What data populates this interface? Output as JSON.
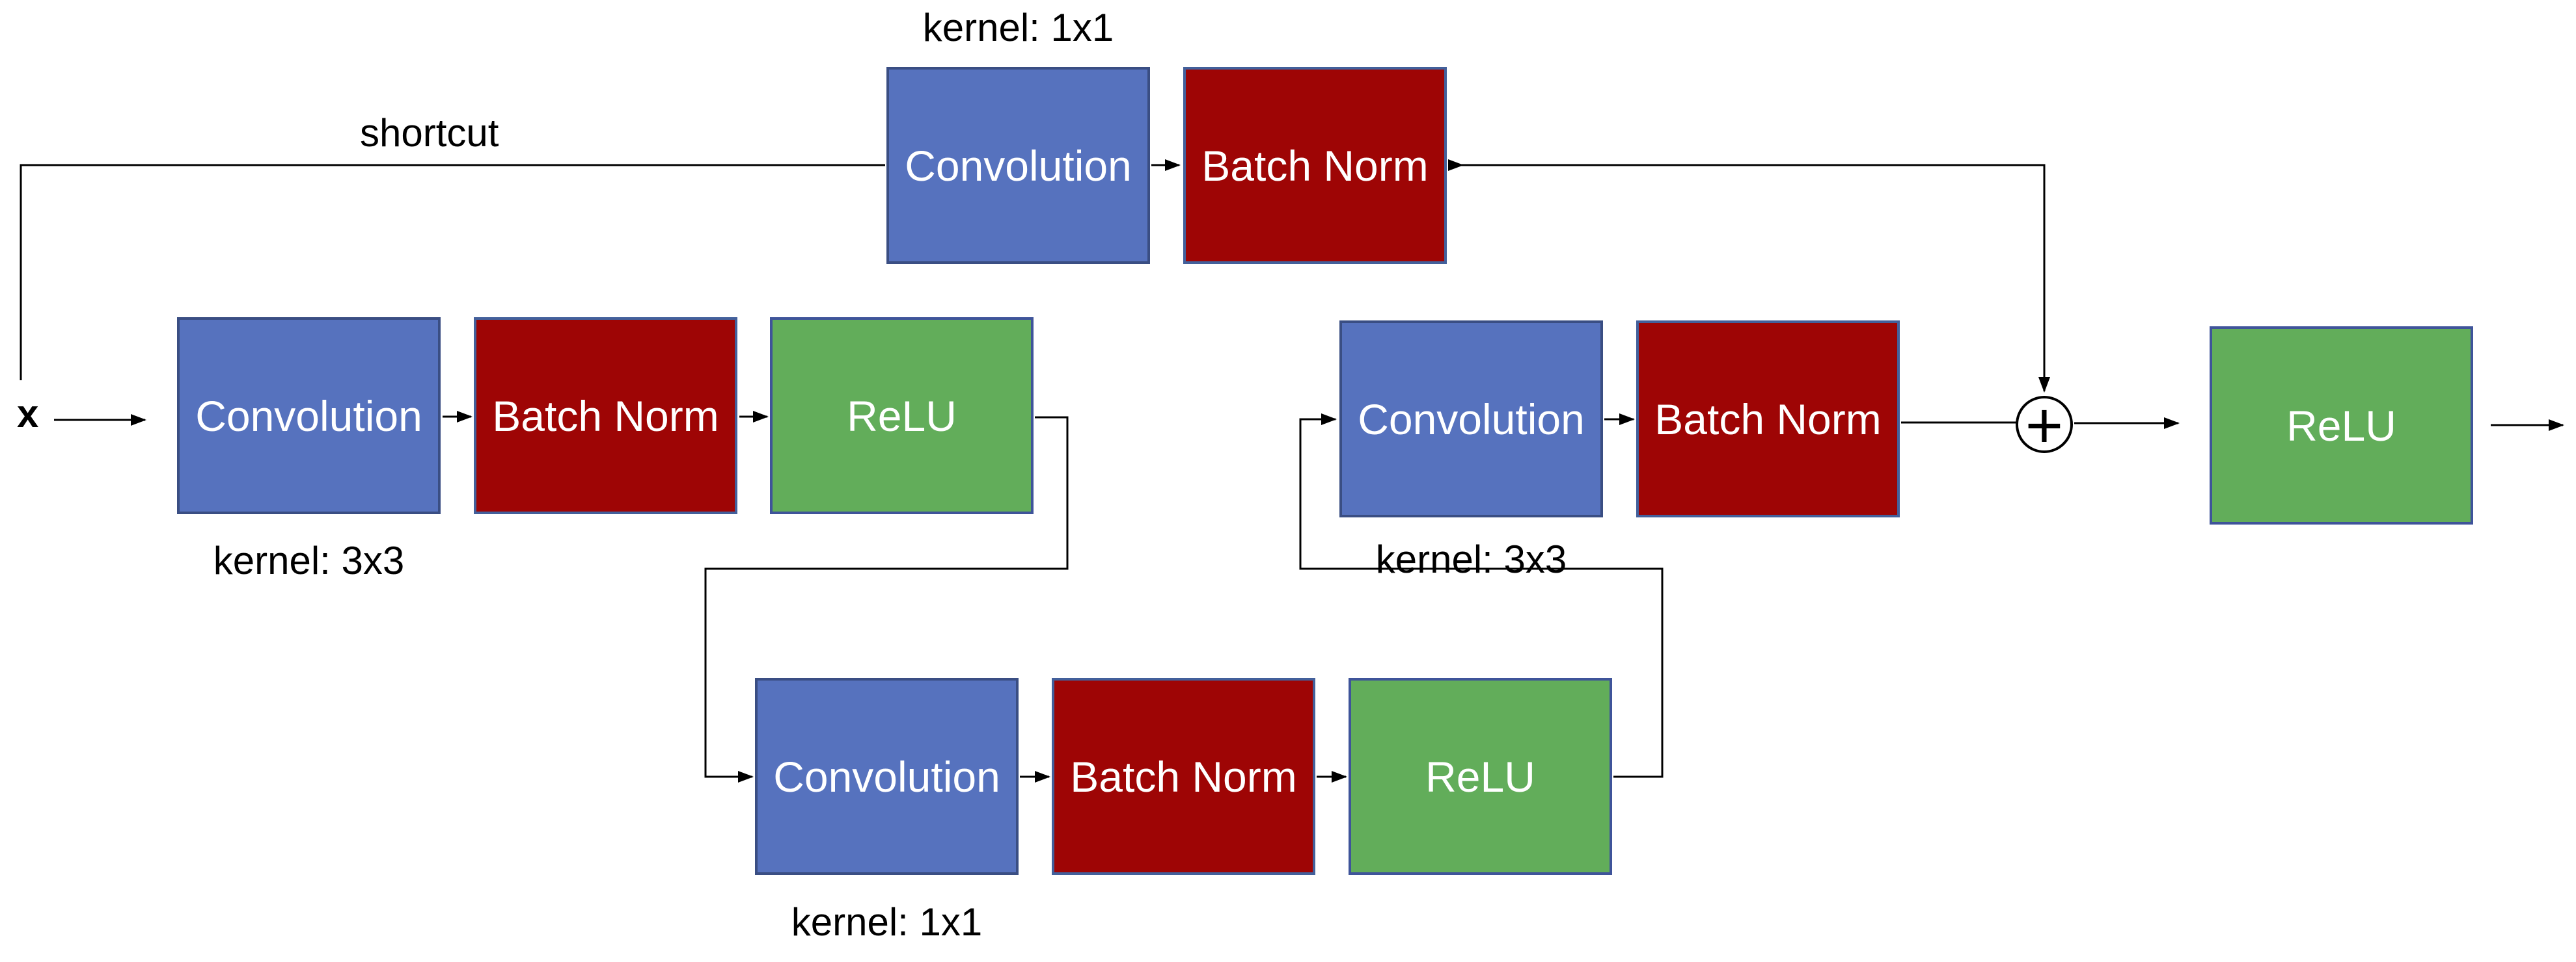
{
  "diagram": {
    "type": "residual-block-flow-diagram",
    "input_label": "x",
    "shortcut_label": "shortcut",
    "plus_symbol": "+",
    "colors": {
      "convolution_fill": "#5672BE",
      "convolution_border": "#3A4E83",
      "batch_norm_fill": "#9E0505",
      "batch_norm_border": "#43609B",
      "relu_fill": "#62AD5A",
      "relu_border": "#3F549A",
      "wire": "#000000",
      "background": "#FFFFFF"
    },
    "nodes": {
      "shortcut_conv": {
        "label": "Convolution",
        "kernel": "kernel: 1x1"
      },
      "shortcut_bn": {
        "label": "Batch Norm"
      },
      "conv1": {
        "label": "Convolution",
        "kernel": "kernel: 3x3"
      },
      "bn1": {
        "label": "Batch Norm"
      },
      "relu1": {
        "label": "ReLU"
      },
      "conv2": {
        "label": "Convolution",
        "kernel": "kernel: 1x1"
      },
      "bn2": {
        "label": "Batch Norm"
      },
      "relu2": {
        "label": "ReLU"
      },
      "conv3": {
        "label": "Convolution",
        "kernel": "kernel: 3x3"
      },
      "bn3": {
        "label": "Batch Norm"
      },
      "relu_out": {
        "label": "ReLU"
      },
      "add": {
        "label": "+"
      }
    },
    "edges": [
      {
        "from": "x",
        "to": "conv1"
      },
      {
        "from": "x",
        "to": "shortcut_conv",
        "label": "shortcut"
      },
      {
        "from": "shortcut_conv",
        "to": "shortcut_bn"
      },
      {
        "from": "shortcut_bn",
        "to": "add"
      },
      {
        "from": "conv1",
        "to": "bn1"
      },
      {
        "from": "bn1",
        "to": "relu1"
      },
      {
        "from": "relu1",
        "to": "conv2"
      },
      {
        "from": "conv2",
        "to": "bn2"
      },
      {
        "from": "bn2",
        "to": "relu2"
      },
      {
        "from": "relu2",
        "to": "conv3"
      },
      {
        "from": "conv3",
        "to": "bn3"
      },
      {
        "from": "bn3",
        "to": "add"
      },
      {
        "from": "add",
        "to": "relu_out"
      },
      {
        "from": "relu_out",
        "to": "output"
      }
    ]
  }
}
